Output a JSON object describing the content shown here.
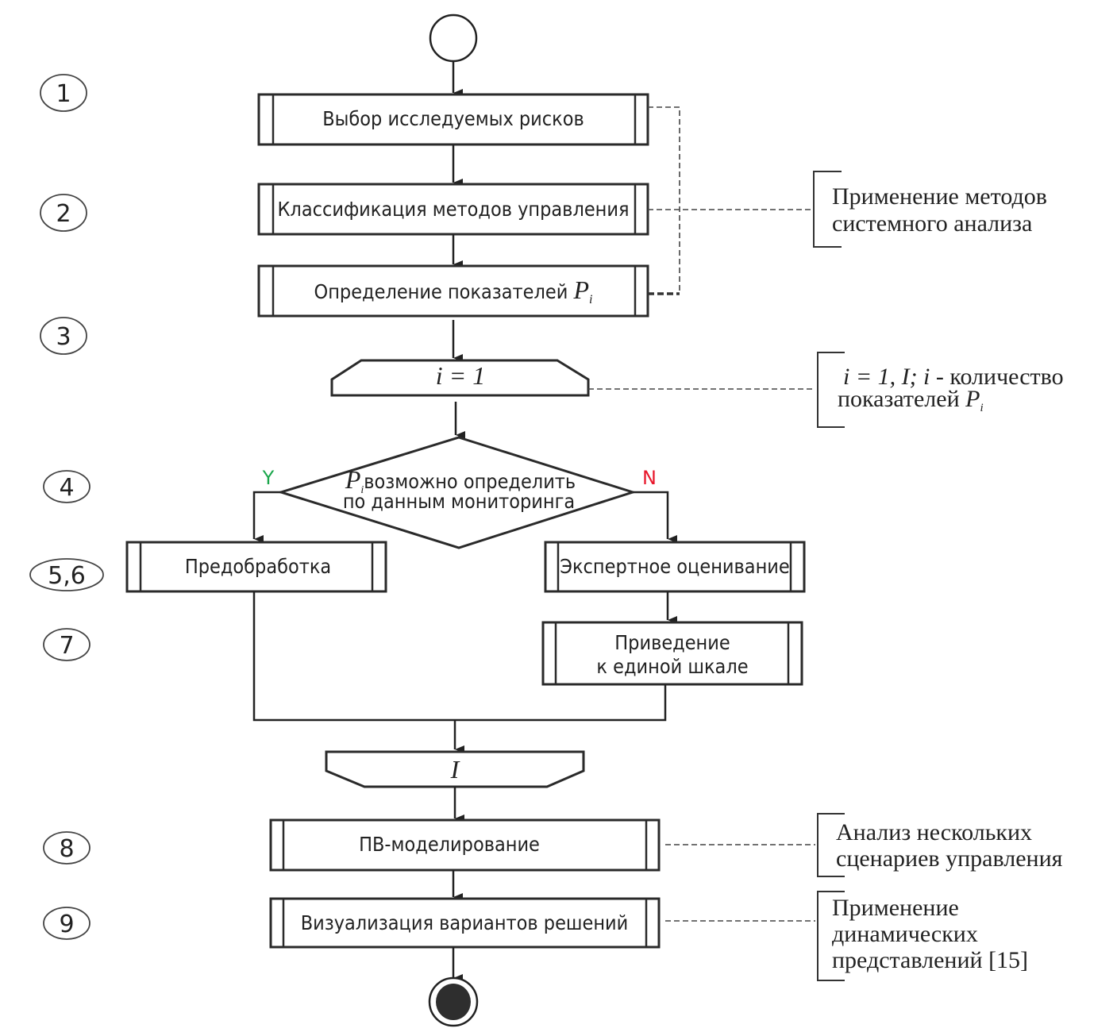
{
  "diagram": {
    "steps": [
      "1",
      "2",
      "3",
      "4",
      "5,6",
      "7",
      "8",
      "9"
    ],
    "processes": {
      "select_risks": "Выбор исследуемых рисков",
      "classify_methods": "Классификация методов управления",
      "define_indicators": "Определение показателей",
      "preprocessing": "Предобработка",
      "expert_evaluation": "Экспертное оценивание",
      "normalize_line1": "Приведение",
      "normalize_line2": "к единой шкале",
      "pv_modeling": "ПВ-моделирование",
      "visualization": "Визуализация вариантов решений"
    },
    "math": {
      "P": "P",
      "i": "i",
      "loop_start": "i = 1",
      "loop_end": "I"
    },
    "decision": {
      "line1": "возможно определить",
      "line2": "по данным мониторинга",
      "yes_label": "Y",
      "no_label": "N",
      "yes_color": "#1aa64b",
      "no_color": "#e8172b"
    },
    "notes": {
      "system_analysis_line1": "Применение методов",
      "system_analysis_line2": "системного анализа",
      "loop_note_math": "i = 1, I; i",
      "loop_note_text": " - количество",
      "loop_note_line2": "показателей",
      "scenarios_line1": "Анализ нескольких",
      "scenarios_line2": "сценариев управления",
      "dynamic_line1": "Применение",
      "dynamic_line2": "динамических",
      "dynamic_line3": "представлений [15]"
    }
  }
}
